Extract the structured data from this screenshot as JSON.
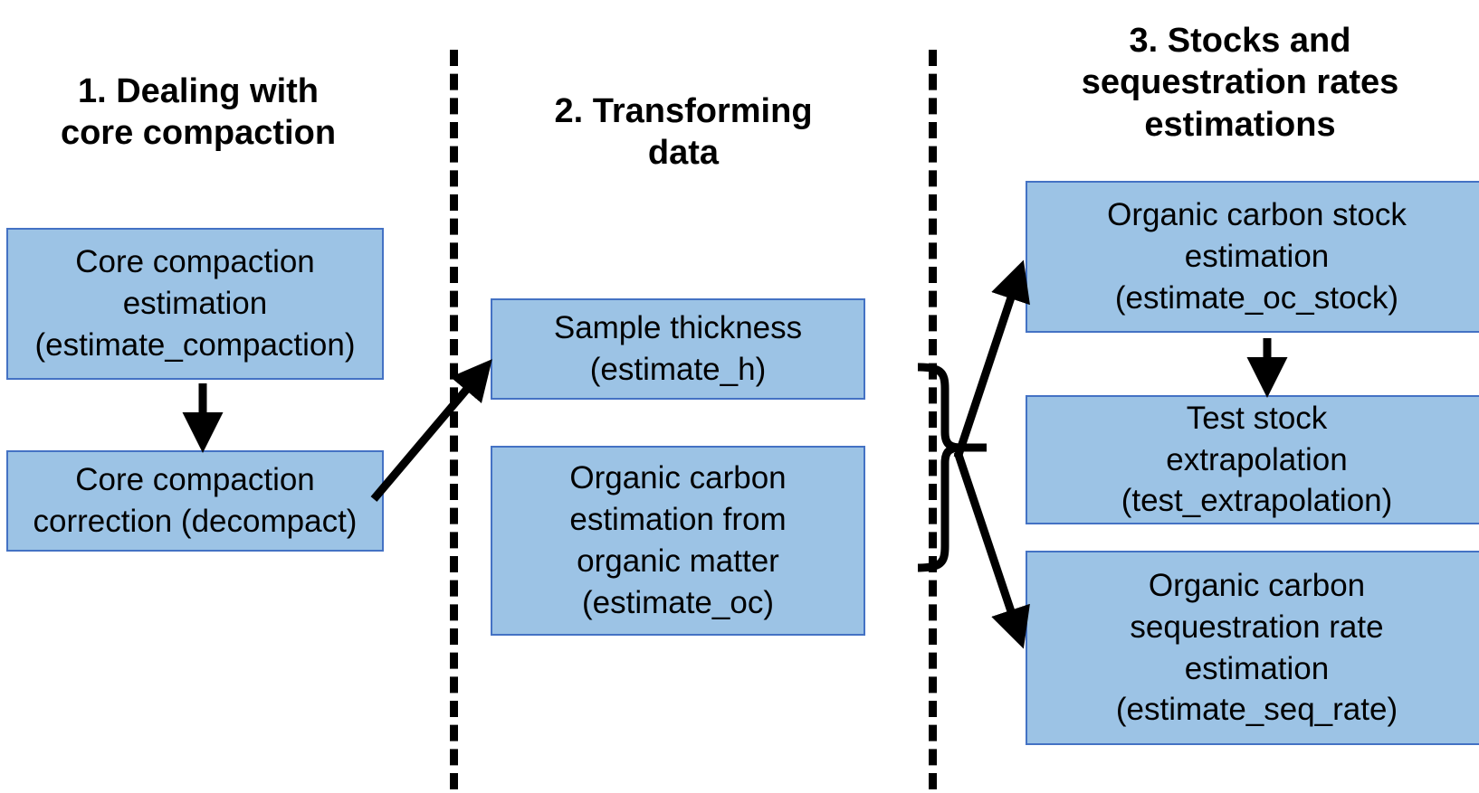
{
  "diagram": {
    "title_sections": [
      {
        "id": "section-1",
        "label": "1. Dealing with\ncore compaction"
      },
      {
        "id": "section-2",
        "label": "2. Transforming\ndata"
      },
      {
        "id": "section-3",
        "label": "3. Stocks and\nsequestration rates\nestimations"
      }
    ],
    "nodes": [
      {
        "id": "core-compaction-estimation",
        "section": 1,
        "label": "Core compaction\nestimation\n(estimate_compaction)",
        "function_name": "estimate_compaction"
      },
      {
        "id": "core-compaction-correction",
        "section": 1,
        "label": "Core compaction\ncorrection (decompact)",
        "function_name": "decompact"
      },
      {
        "id": "sample-thickness",
        "section": 2,
        "label": "Sample thickness\n(estimate_h)",
        "function_name": "estimate_h"
      },
      {
        "id": "organic-carbon-estimation",
        "section": 2,
        "label": "Organic carbon\nestimation from\norganic matter\n(estimate_oc)",
        "function_name": "estimate_oc"
      },
      {
        "id": "organic-carbon-stock-estimation",
        "section": 3,
        "label": "Organic carbon stock\nestimation\n(estimate_oc_stock)",
        "function_name": "estimate_oc_stock"
      },
      {
        "id": "test-stock-extrapolation",
        "section": 3,
        "label": "Test stock\nextrapolation\n(test_extrapolation)",
        "function_name": "test_extrapolation"
      },
      {
        "id": "organic-carbon-sequestration-rate",
        "section": 3,
        "label": "Organic carbon\nsequestration rate\nestimation\n(estimate_seq_rate)",
        "function_name": "estimate_seq_rate"
      }
    ],
    "edges": [
      {
        "id": "edge-compaction-to-decompact",
        "from": "core-compaction-estimation",
        "to": "core-compaction-correction"
      },
      {
        "id": "edge-decompact-to-sample-thickness",
        "from": "core-compaction-correction",
        "to": "sample-thickness"
      },
      {
        "id": "edge-group-to-oc-stock",
        "from": "section-2-group",
        "to": "organic-carbon-stock-estimation"
      },
      {
        "id": "edge-group-to-seq-rate",
        "from": "section-2-group",
        "to": "organic-carbon-sequestration-rate"
      },
      {
        "id": "edge-oc-stock-to-test-extrapolation",
        "from": "organic-carbon-stock-estimation",
        "to": "test-stock-extrapolation"
      }
    ],
    "colors": {
      "node_fill": "#9CC3E5",
      "node_border": "#4472C4",
      "text": "#000000",
      "connector": "#000000",
      "background": "#FFFFFF"
    }
  }
}
